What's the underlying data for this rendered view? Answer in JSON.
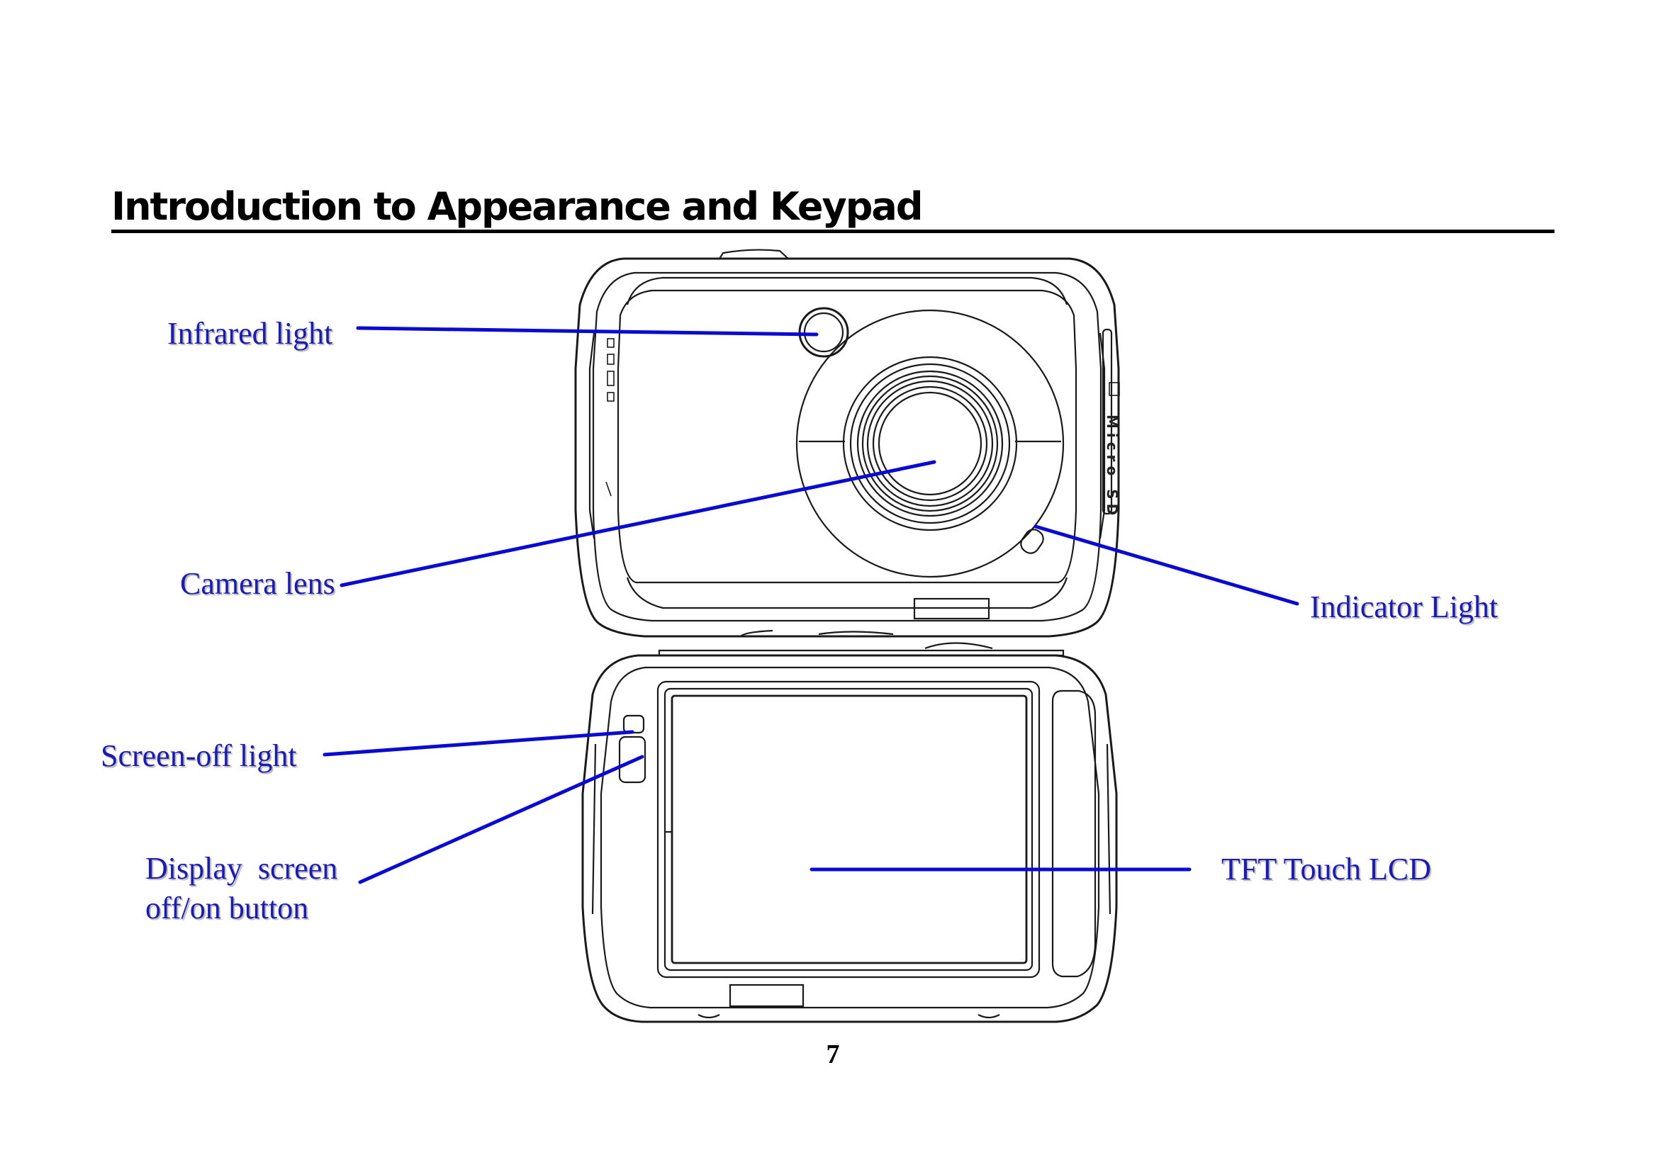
{
  "page": {
    "heading": "Introduction to Appearance and Keypad",
    "page_number": "7"
  },
  "labels": {
    "infrared_light": "Infrared light",
    "camera_lens": "Camera lens",
    "indicator_light": "Indicator Light",
    "screen_off_light": "Screen-off light",
    "display_button_line1": "Display  screen",
    "display_button_line2": "off/on button",
    "tft_touch_lcd": "TFT Touch LCD"
  },
  "camera_side_text": {
    "microsd": "Micro SD"
  },
  "colors": {
    "label_text": "#1c1cb4",
    "leader_line": "#0a0ad2",
    "drawing_stroke": "#1a1a1a"
  }
}
